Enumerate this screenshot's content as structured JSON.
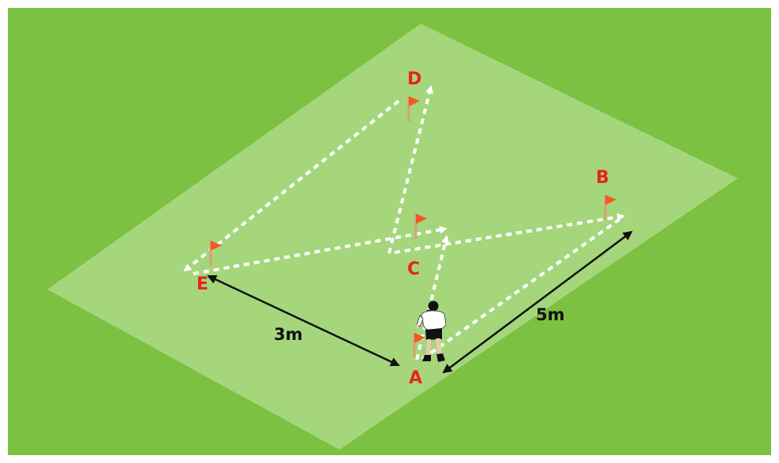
{
  "colors": {
    "grass": "#7cc142",
    "pitch": "#a5d67c",
    "flag": "#f15a22",
    "pole": "#d9a07a",
    "label": "#e52420",
    "arrow": "#ffffff",
    "measure": "#111111"
  },
  "markers": {
    "a": "A",
    "b": "B",
    "c": "C",
    "d": "D",
    "e": "E"
  },
  "distances": {
    "e_to_a": "3m",
    "a_to_b": "5m"
  },
  "icons": {
    "flag": "flag-icon",
    "player": "player-icon"
  }
}
